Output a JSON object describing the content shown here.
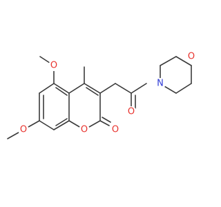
{
  "molecule": {
    "colors": {
      "bond": "#3a3a3a",
      "oxygen": "#e8322d",
      "nitrogen": "#2f3bd6",
      "background": "#ffffff"
    },
    "atoms": [
      {
        "id": "O_ring",
        "symbol": "O",
        "element": "oxygen"
      },
      {
        "id": "O_carbonyl",
        "symbol": "O",
        "element": "oxygen"
      },
      {
        "id": "O_5methoxy",
        "symbol": "O",
        "element": "oxygen"
      },
      {
        "id": "O_7methoxy",
        "symbol": "O",
        "element": "oxygen"
      },
      {
        "id": "O_amide",
        "symbol": "O",
        "element": "oxygen"
      },
      {
        "id": "N_morpholine",
        "symbol": "N",
        "element": "nitrogen"
      },
      {
        "id": "O_morpholine",
        "symbol": "O",
        "element": "oxygen"
      }
    ]
  }
}
